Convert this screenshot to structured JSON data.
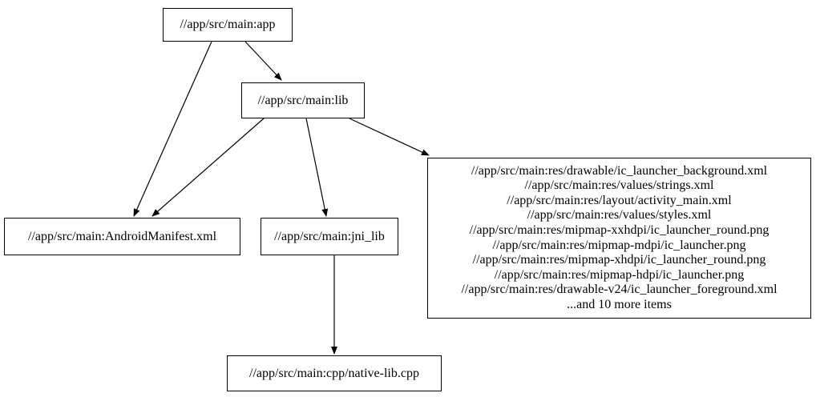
{
  "diagram": {
    "type": "dependency-graph",
    "background_color": "#ffffff",
    "node_border_color": "#000000",
    "edge_color": "#000000",
    "text_color": "#000000",
    "nodes": {
      "app": {
        "label": "//app/src/main:app"
      },
      "lib": {
        "label": "//app/src/main:lib"
      },
      "android_manifest": {
        "label": "//app/src/main:AndroidManifest.xml"
      },
      "jni_lib": {
        "label": "//app/src/main:jni_lib"
      },
      "res_group": {
        "lines": [
          "//app/src/main:res/drawable/ic_launcher_background.xml",
          "//app/src/main:res/values/strings.xml",
          "//app/src/main:res/layout/activity_main.xml",
          "//app/src/main:res/values/styles.xml",
          "//app/src/main:res/mipmap-xxhdpi/ic_launcher_round.png",
          "//app/src/main:res/mipmap-mdpi/ic_launcher.png",
          "//app/src/main:res/mipmap-xhdpi/ic_launcher_round.png",
          "//app/src/main:res/mipmap-hdpi/ic_launcher.png",
          "//app/src/main:res/drawable-v24/ic_launcher_foreground.xml",
          "...and 10 more items"
        ]
      },
      "native_lib_cpp": {
        "label": "//app/src/main:cpp/native-lib.cpp"
      }
    },
    "edges": [
      {
        "from": "app",
        "to": "lib"
      },
      {
        "from": "app",
        "to": "android_manifest"
      },
      {
        "from": "lib",
        "to": "android_manifest"
      },
      {
        "from": "lib",
        "to": "jni_lib"
      },
      {
        "from": "lib",
        "to": "res_group"
      },
      {
        "from": "jni_lib",
        "to": "native_lib_cpp"
      }
    ]
  }
}
